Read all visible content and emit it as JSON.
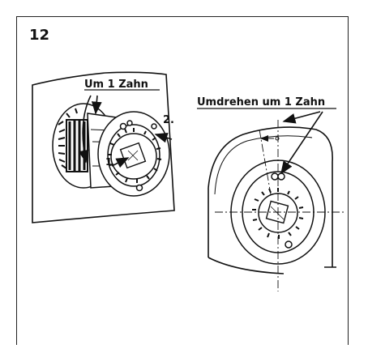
{
  "step_number": "12",
  "labels": {
    "left_rotation": "Um 1 Zahn",
    "right_rotation": "Umdrehen um 1 Zahn",
    "marker_1": "1",
    "marker_2": "2."
  }
}
